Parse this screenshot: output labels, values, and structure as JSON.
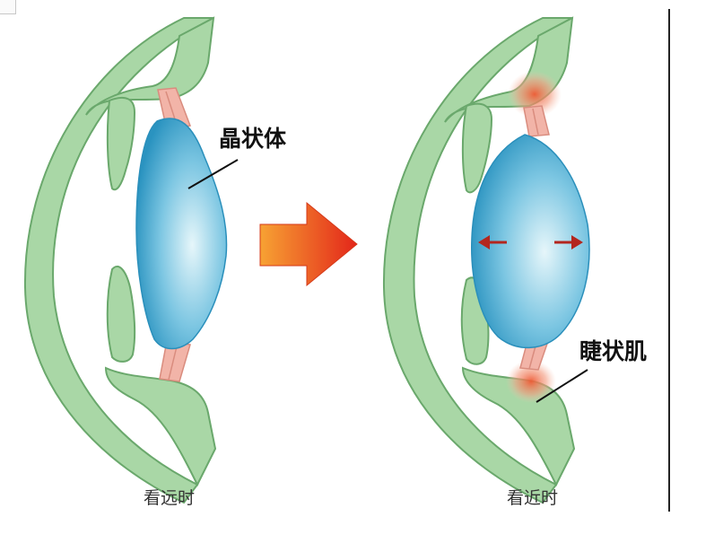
{
  "labels": {
    "lens": "晶状体",
    "ciliary_muscle": "睫状肌",
    "far_caption": "看远时",
    "near_caption": "看近时"
  },
  "colors": {
    "tissue": "#a9d7a6",
    "tissue_stroke": "#6aa86c",
    "lens_center": "#dff3f8",
    "lens_edge": "#2f9cc6",
    "fiber": "#f2b4a8",
    "arrow": "#e8421a",
    "contraction": "#f07a5a",
    "small_arrow": "#b3261e"
  }
}
